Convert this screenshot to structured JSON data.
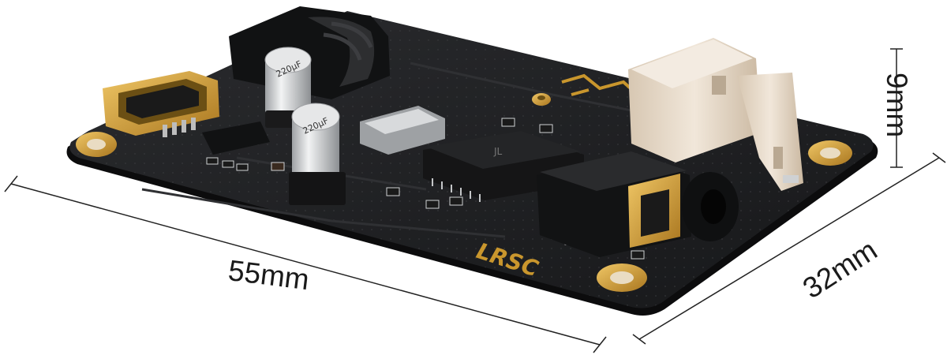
{
  "dimensions": {
    "length": "55mm",
    "width": "32mm",
    "height": "9mm"
  },
  "board": {
    "logo_text": "LRSC",
    "cap_1_text": "220µF",
    "cap_2_text": "220µF",
    "ic_marking": "JL"
  },
  "colors": {
    "background": "#ffffff",
    "pcb": "#1e1f21",
    "pcb_edge": "#0c0c0d",
    "gold": "#c9962d",
    "connector": "#e6d9c8",
    "silver": "#cfd1d3",
    "dimension_line": "#222222"
  }
}
